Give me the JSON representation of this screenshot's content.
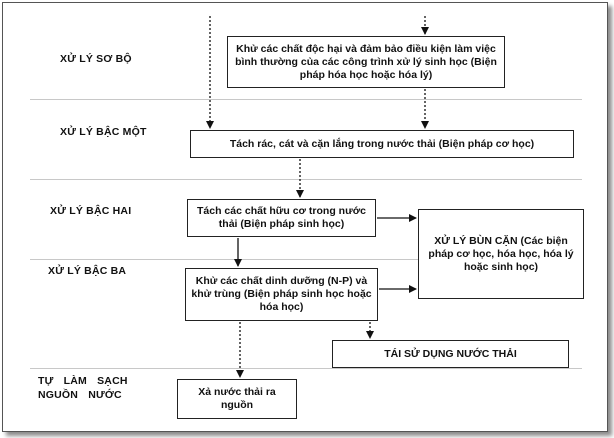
{
  "stages": {
    "pre": "XỬ LÝ SƠ BỘ",
    "first": "XỬ LÝ BẬC MỘT",
    "second": "XỬ LÝ BẬC HAI",
    "third": "XỬ LÝ BẬC BA",
    "self": "TỰ LÀM SẠCH NGUỒN NƯỚC"
  },
  "boxes": {
    "pre": "Khử các chất độc hại và đảm bảo điều kiện làm việc bình thường của các công trình xử lý sinh học (Biện pháp hóa học hoặc hóa lý)",
    "first": "Tách rác, cát và cặn lắng trong nước thải (Biện pháp cơ học)",
    "second": "Tách các chất hữu cơ trong nước thải (Biện pháp sinh học)",
    "sludge": "XỬ LÝ BÙN CẶN (Các biện pháp cơ học, hóa học, hóa lý hoặc sinh học)",
    "third": "Khử các chất dinh dưỡng (N-P) và khử trùng (Biện pháp sinh học hoặc hóa học)",
    "reuse": "TÁI SỬ DỤNG NƯỚC THẢI",
    "discharge": "Xả nước thải ra nguồn"
  }
}
